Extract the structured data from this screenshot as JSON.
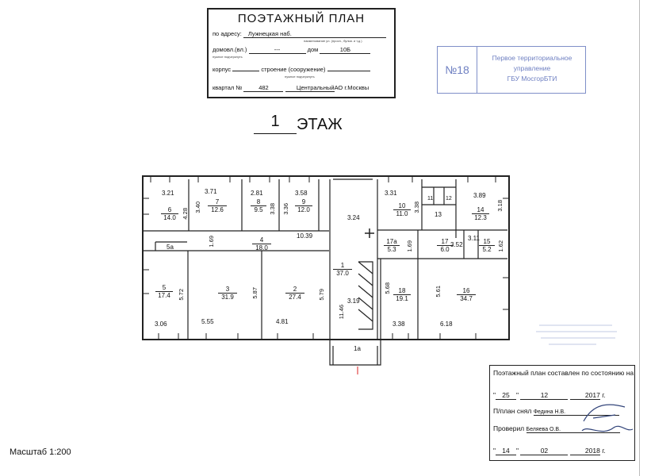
{
  "header": {
    "title": "ПОЭТАЖНЫЙ ПЛАН",
    "address_label": "по адресу:",
    "address_value": "Лужнецкая наб.",
    "address_hint": "наименование ул. (просп., бульв. и т.д.)",
    "domovl_label": "домовл.(вл.)",
    "domovl_value": "---",
    "dom_label": "дом",
    "dom_value": "10Б",
    "hint_number": "нужное подчеркнуть",
    "korpus_label": "корпус",
    "stroenie_label": "строение (сооружение)",
    "kvartal_label": "квартал №",
    "kvartal_value": "482",
    "district_value": "Центральный",
    "district_suffix": "АО г.Москвы"
  },
  "stamp": {
    "number": "№18",
    "line1": "Первое территориальное",
    "line2": "управление",
    "line3": "ГБУ МосгорБТИ"
  },
  "floor": {
    "number": "1",
    "word": "ЭТАЖ"
  },
  "plan": {
    "rooms": [
      {
        "id": "r6",
        "num": "6",
        "area": "14.0"
      },
      {
        "id": "r7",
        "num": "7",
        "area": "12.6"
      },
      {
        "id": "r8",
        "num": "8",
        "area": "9.5"
      },
      {
        "id": "r9",
        "num": "9",
        "area": "12.0"
      },
      {
        "id": "r10",
        "num": "10",
        "area": "11.0"
      },
      {
        "id": "r14",
        "num": "14",
        "area": "12.3"
      },
      {
        "id": "r4",
        "num": "4",
        "area": "18.0"
      },
      {
        "id": "r17a",
        "num": "17a",
        "area": "5.3"
      },
      {
        "id": "r17",
        "num": "17",
        "area": "6.0"
      },
      {
        "id": "r15",
        "num": "15",
        "area": "5.2"
      },
      {
        "id": "r1",
        "num": "1",
        "area": "37.0"
      },
      {
        "id": "r5",
        "num": "5",
        "area": "17.4"
      },
      {
        "id": "r3",
        "num": "3",
        "area": "31.9"
      },
      {
        "id": "r2",
        "num": "2",
        "area": "27.4"
      },
      {
        "id": "r18",
        "num": "18",
        "area": "19.1"
      },
      {
        "id": "r16",
        "num": "16",
        "area": "34.7"
      }
    ],
    "labels": {
      "room13": "13",
      "room11": "11",
      "room12": "12",
      "room5a": "5а",
      "room1a": "1а"
    },
    "dims": [
      "3.21",
      "4.28",
      "3.71",
      "3.40",
      "2.81",
      "3.38",
      "3.36",
      "3.58",
      "3.24",
      "3.31",
      "3.38",
      "3.89",
      "3.18",
      "1.69",
      "10.39",
      "1.69",
      "3.52",
      "3.11",
      "1.62",
      "5.72",
      "5.87",
      "5.79",
      "11.46",
      "3.19",
      "5.68",
      "5.61",
      "3.06",
      "5.55",
      "4.81",
      "3.38",
      "6.18"
    ]
  },
  "info": {
    "title": "Поэтажный план составлен по состоянию на",
    "date1_day": "25",
    "date1_month": "12",
    "date1_year": "2017",
    "year_suffix": "г.",
    "snyal_label": "П/план снял",
    "snyal_value": "Федина Н.В.",
    "proveril_label": "Проверил",
    "proveril_value": "Беляева О.В.",
    "date2_day": "14",
    "date2_month": "02",
    "date2_year": "2018"
  },
  "scale": "Масштаб 1:200"
}
